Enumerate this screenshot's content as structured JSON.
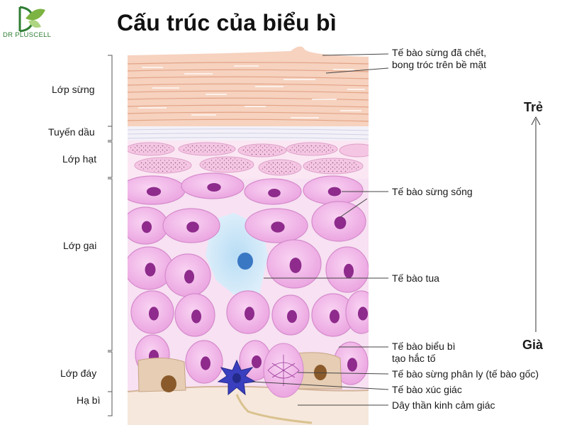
{
  "title": "Cấu trúc của biểu bì",
  "logo": {
    "text": "DR PLUSCELL",
    "brand_color": "#2f7d32"
  },
  "layers": [
    {
      "id": "stratum-corneum",
      "label": "Lớp sừng"
    },
    {
      "id": "oil-gland",
      "label": "Tuyến dầu"
    },
    {
      "id": "granular",
      "label": "Lớp hạt"
    },
    {
      "id": "spinous",
      "label": "Lớp gai"
    },
    {
      "id": "basal",
      "label": "Lớp đáy"
    },
    {
      "id": "dermis",
      "label": "Hạ bì"
    }
  ],
  "callouts": [
    {
      "id": "dead-cells",
      "lines": [
        "Tế bào sừng đã chết,",
        "bong tróc trên bề mặt"
      ]
    },
    {
      "id": "living-keratinocyte",
      "lines": [
        "Tế bào sừng sống"
      ]
    },
    {
      "id": "dendritic-cell",
      "lines": [
        "Tế bào tua"
      ]
    },
    {
      "id": "melanocyte",
      "lines": [
        "Tế bào biểu bì",
        "tạo hắc tố"
      ]
    },
    {
      "id": "dividing-keratinocyte",
      "lines": [
        "Tế bào sừng phân ly (tế bào gốc)"
      ]
    },
    {
      "id": "merkel-cell",
      "lines": [
        "Tế bào xúc giác"
      ]
    },
    {
      "id": "sensory-nerve",
      "lines": [
        "Dây thần kinh cảm giác"
      ]
    }
  ],
  "age_axis": {
    "young": "Trẻ",
    "old": "Già"
  },
  "colors": {
    "corneum": "#f6d2bf",
    "corneum_line": "#e7a98d",
    "granular": "#f6cfe6",
    "spinous_cell": "#f2b7e8",
    "nucleus": "#8e2b8c",
    "dendritic": "#cfe7f7",
    "melanin": "#8a5a2b",
    "merkel": "#3a3fbf"
  }
}
